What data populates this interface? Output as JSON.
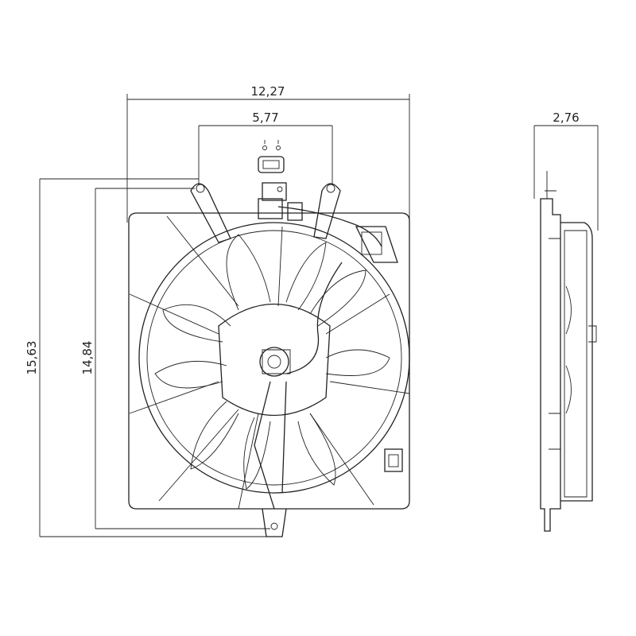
{
  "drawing": {
    "front_view": {
      "overall_width": "12,27",
      "mount_spacing": "5,77",
      "overall_height": "15,63",
      "mount_height": "14,84"
    },
    "side_view": {
      "depth": "2,76"
    },
    "line_color": "#222222",
    "background": "#ffffff"
  }
}
